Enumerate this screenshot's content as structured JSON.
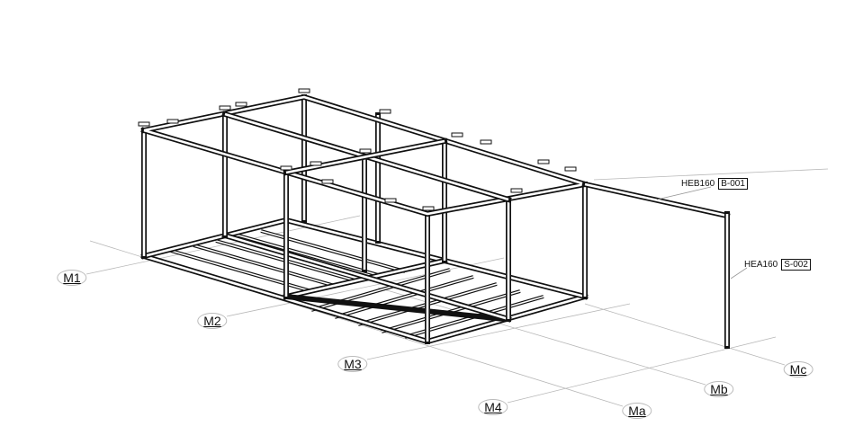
{
  "grid_labels": {
    "rows": [
      "M1",
      "M2",
      "M3",
      "M4"
    ],
    "cols": [
      "Ma",
      "Mb",
      "Mc"
    ]
  },
  "annotations": [
    {
      "profile": "HEB160",
      "mark": "B-001"
    },
    {
      "profile": "HEA160",
      "mark": "S-002"
    }
  ]
}
